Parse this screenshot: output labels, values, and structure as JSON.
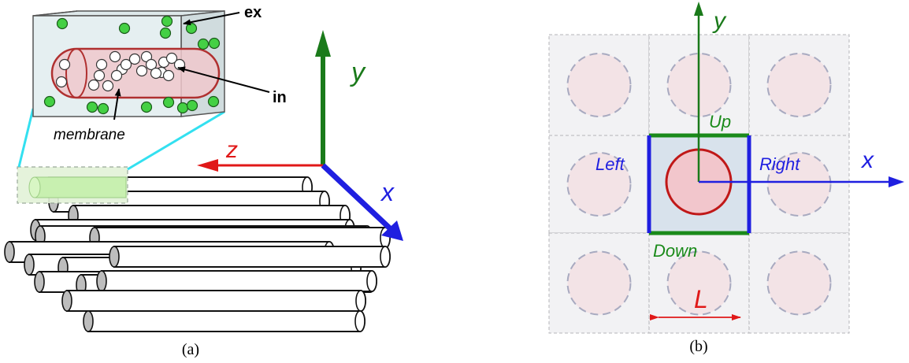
{
  "panel_a": {
    "label_ex": "ex",
    "label_in": "in",
    "label_membrane": "membrane",
    "axis_x": "x",
    "axis_y": "y",
    "axis_z": "z",
    "caption": "(a)"
  },
  "panel_b": {
    "axis_x": "x",
    "axis_y": "y",
    "label_up": "Up",
    "label_down": "Down",
    "label_left": "Left",
    "label_right": "Right",
    "label_L": "L",
    "caption": "(b)"
  },
  "colors": {
    "x_axis": "#1f1fe0",
    "y_axis": "#1a7a1a",
    "z_axis": "#e01818",
    "extracellular_particle": "#44d044",
    "intracellular_particle": "#ffffff",
    "membrane": "#b03030",
    "cell_fill": "#f0c8cc",
    "box_fill": "#d8e2ec",
    "cyan_link": "#33e0f0",
    "highlight_tube": "#c8f0b0"
  }
}
